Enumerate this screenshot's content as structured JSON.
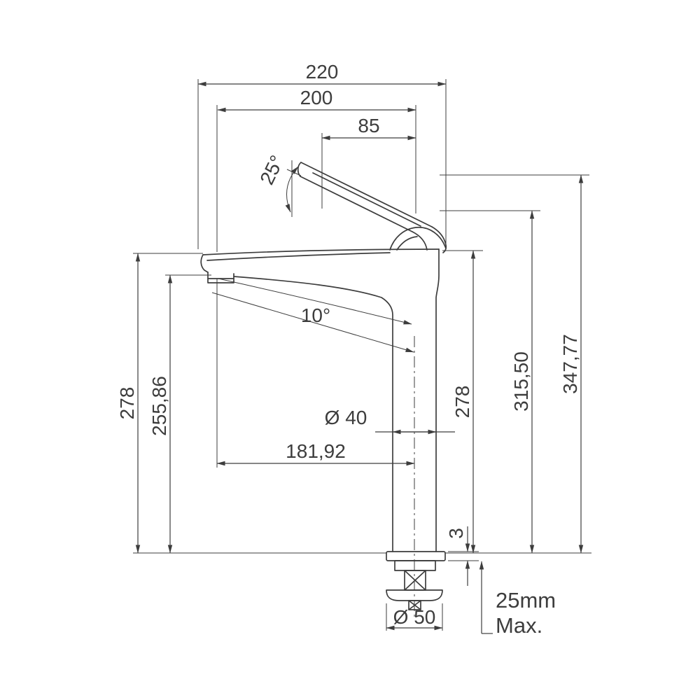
{
  "drawing": {
    "type": "technical-dimension-drawing",
    "subject": "tall single-lever basin mixer tap, side elevation",
    "stroke_color": "#3d3d3d",
    "background_color": "#ffffff",
    "labels": {
      "width_overall": "220",
      "width_spout": "200",
      "width_handle": "85",
      "angle_handle": "25°",
      "angle_spout": "10°",
      "height_spout_tip": "278",
      "height_aerator": "255,86",
      "height_body_right": "278",
      "height_handle_base": "315,50",
      "height_overall": "347,77",
      "dia_column": "Ø 40",
      "offset_aerator": "181,92",
      "base_plate_thickness": "3",
      "dia_base": "Ø 50",
      "max_deck_line1": "25mm",
      "max_deck_line2": "Max."
    }
  }
}
